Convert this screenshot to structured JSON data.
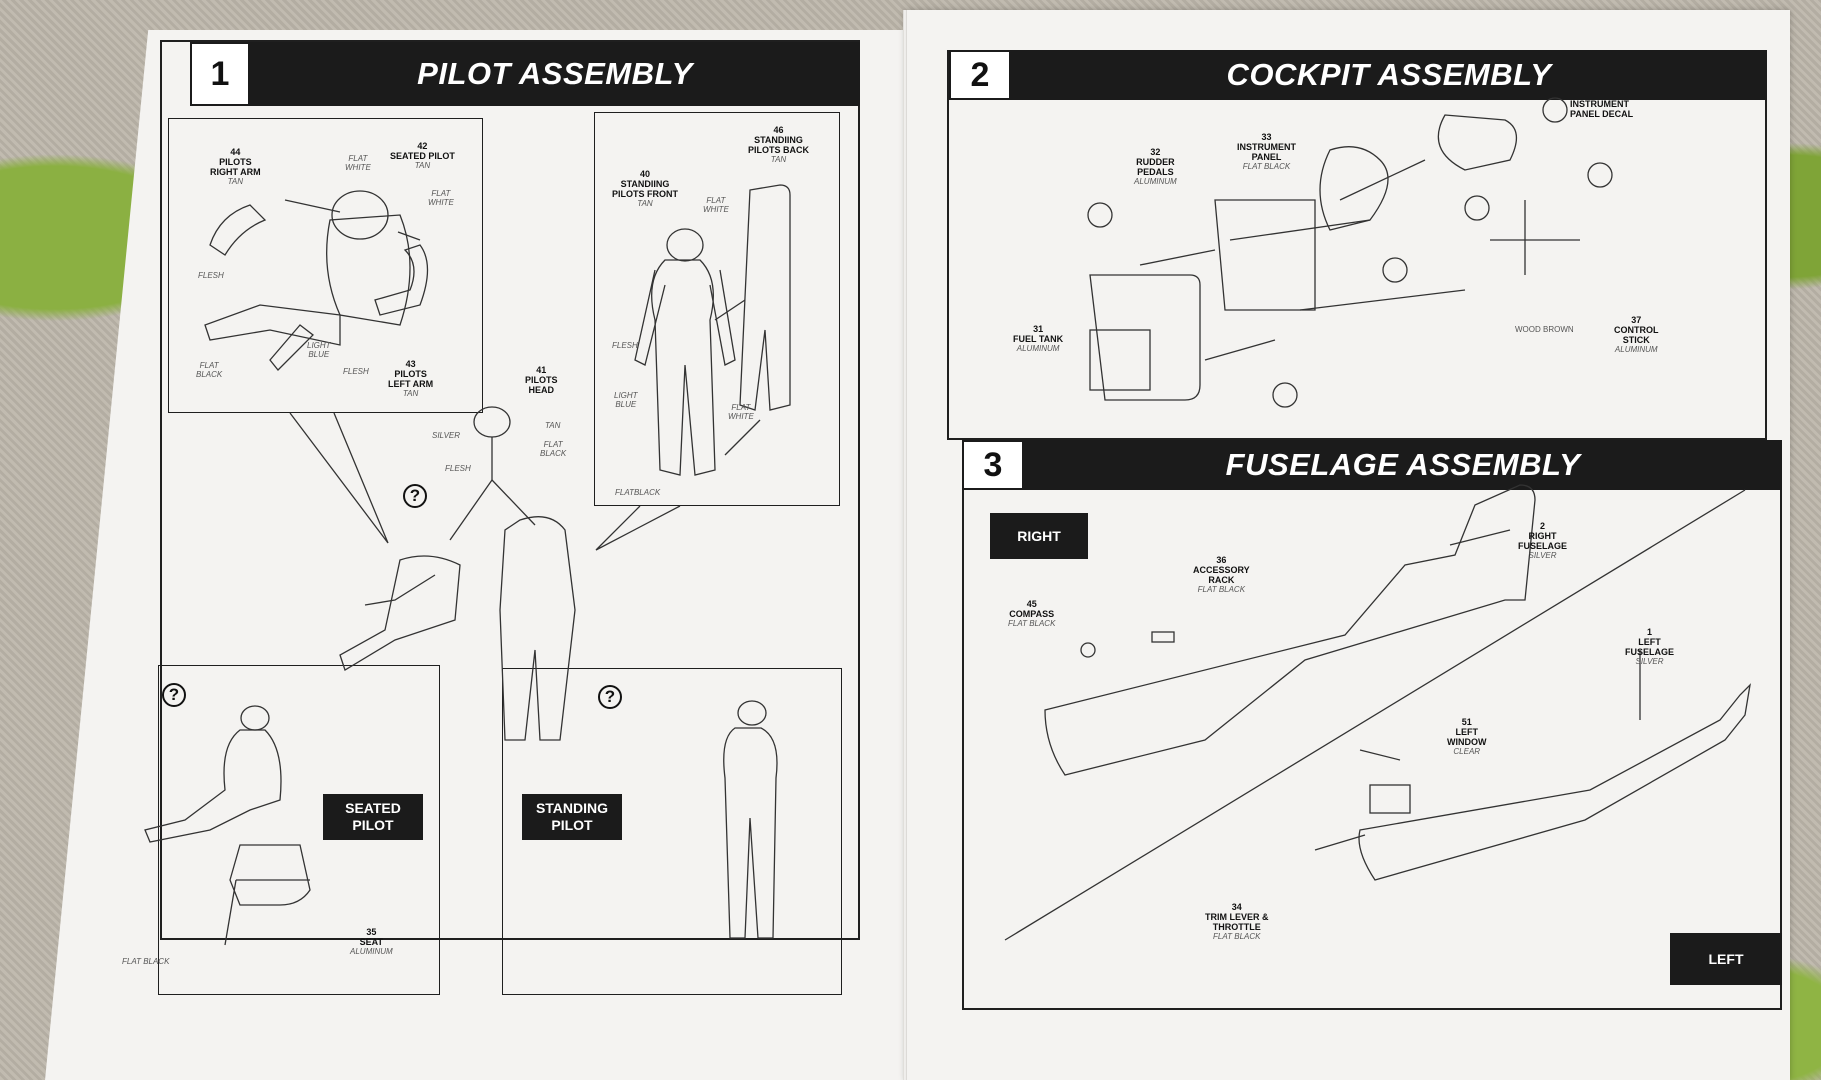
{
  "steps": [
    {
      "number": "1",
      "title": "PILOT ASSEMBLY"
    },
    {
      "number": "2",
      "title": "COCKPIT ASSEMBLY"
    },
    {
      "number": "3",
      "title": "FUSELAGE ASSEMBLY"
    }
  ],
  "pilot_assembly": {
    "parts": {
      "right_arm": {
        "label": "44\nPILOTS\nRIGHT ARM",
        "color": "TAN"
      },
      "seated_pilot": {
        "label": "42\nSEATED PILOT",
        "color": "TAN"
      },
      "left_arm": {
        "label": "43\nPILOTS\nLEFT ARM",
        "color": "TAN"
      },
      "head": {
        "label": "41\nPILOTS\nHEAD"
      },
      "standing_front": {
        "label": "40\nSTANDIING\nPILOTS FRONT",
        "color": "TAN"
      },
      "standing_back": {
        "label": "46\nSTANDIING\nPILOTS BACK",
        "color": "TAN"
      },
      "seat": {
        "label": "35\nSEAT",
        "color": "ALUMINUM"
      }
    },
    "paint_callouts": {
      "flat_white": "FLAT\nWHITE",
      "flesh": "FLESH",
      "flat_black": "FLAT\nBLACK",
      "light_blue": "LIGHT\nBLUE",
      "tan": "TAN",
      "silver": "SILVER",
      "flatblack_one": "FLATBLACK",
      "flat_black_inline": "FLAT BLACK"
    },
    "seated_label": "SEATED\nPILOT",
    "standing_label": "STANDING\nPILOT",
    "question_icon": "?"
  },
  "cockpit_assembly": {
    "instrument_panel_decal": "INSTRUMENT\nPANEL DECAL",
    "instrument_panel": {
      "label": "33\nINSTRUMENT\nPANEL",
      "color": "FLAT BLACK"
    },
    "rudder_pedals": {
      "label": "32\nRUDDER\nPEDALS",
      "color": "ALUMINUM"
    },
    "fuel_tank": {
      "label": "31\nFUEL TANK",
      "color": "ALUMINUM"
    },
    "control_stick": {
      "label": "37\nCONTROL\nSTICK",
      "color": "ALUMINUM"
    },
    "wood_brown": "WOOD BROWN"
  },
  "fuselage_assembly": {
    "right_label": "RIGHT",
    "left_label": "LEFT",
    "right_fuselage": {
      "label": "2\nRIGHT\nFUSELAGE",
      "color": "SILVER"
    },
    "accessory_rack": {
      "label": "36\nACCESSORY\nRACK",
      "color": "FLAT BLACK"
    },
    "compass": {
      "label": "45\nCOMPASS",
      "color": "FLAT BLACK"
    },
    "left_fuselage": {
      "label": "1\nLEFT\nFUSELAGE",
      "color": "SILVER"
    },
    "left_window": {
      "label": "51\nLEFT\nWINDOW",
      "color": "CLEAR"
    },
    "trim_lever": {
      "label": "34\nTRIM LEVER &\nTHROTTLE",
      "color": "FLAT BLACK"
    }
  }
}
